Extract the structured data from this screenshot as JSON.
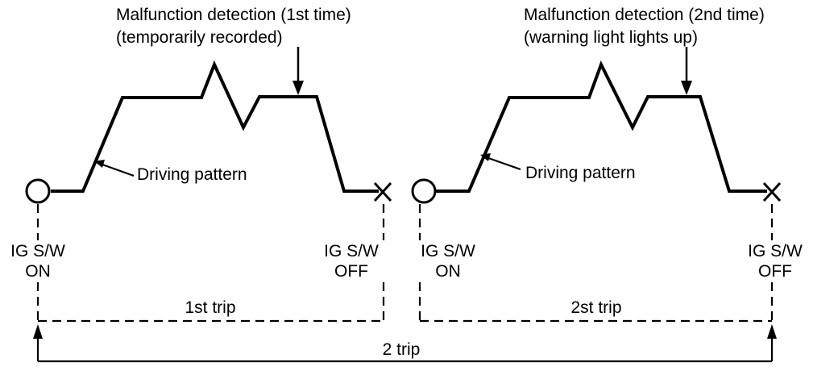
{
  "trip1": {
    "detection_line1": "Malfunction detection (1st time)",
    "detection_line2": "(temporarily recorded)",
    "pattern_label": "Driving pattern",
    "on_line1": "IG S/W",
    "on_line2": "ON",
    "off_line1": "IG S/W",
    "off_line2": "OFF",
    "trip_label": "1st trip"
  },
  "trip2": {
    "detection_line1": "Malfunction detection (2nd time)",
    "detection_line2": "(warning light lights up)",
    "pattern_label": "Driving pattern",
    "on_line1": "IG S/W",
    "on_line2": "ON",
    "off_line1": "IG S/W",
    "off_line2": "OFF",
    "trip_label": "2st trip"
  },
  "total_label": "2 trip"
}
